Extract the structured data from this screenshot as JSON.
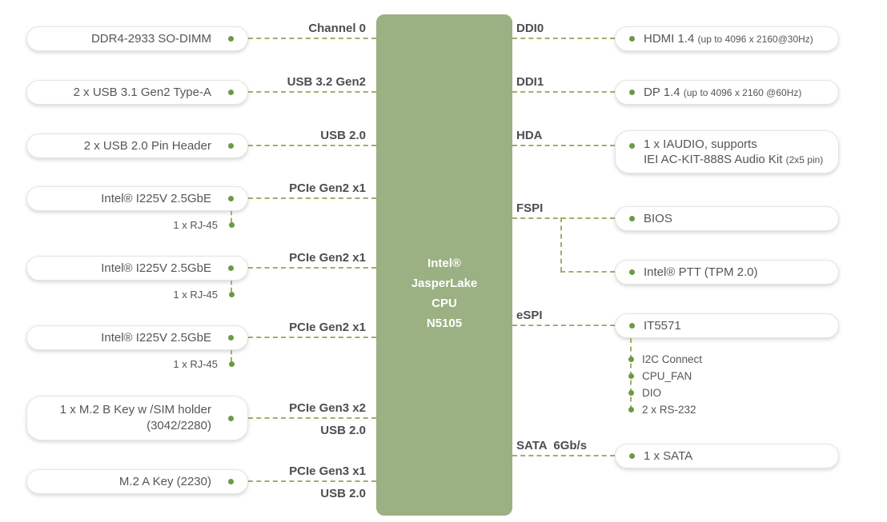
{
  "cpu": {
    "lines": [
      "Intel®",
      "JasperLake",
      "CPU",
      "N5105"
    ]
  },
  "left": [
    {
      "label": "DDR4-2933 SO-DIMM",
      "bus": "Channel 0"
    },
    {
      "label": "2 x USB 3.1 Gen2 Type-A",
      "bus": "USB 3.2 Gen2"
    },
    {
      "label": "2 x USB 2.0 Pin Header",
      "bus": "USB 2.0"
    },
    {
      "label": "Intel® I225V 2.5GbE",
      "bus": "PCIe Gen2 x1",
      "port": "1 x RJ-45"
    },
    {
      "label": "Intel® I225V 2.5GbE",
      "bus": "PCIe Gen2 x1",
      "port": "1 x RJ-45"
    },
    {
      "label": "Intel® I225V 2.5GbE",
      "bus": "PCIe Gen2 x1",
      "port": "1 x RJ-45"
    },
    {
      "label_line1": "1 x M.2 B Key w /SIM holder",
      "label_line2": "(3042/2280)",
      "bus_top": "PCIe Gen3 x2",
      "bus_bottom": "USB 2.0"
    },
    {
      "label": "M.2 A Key (2230)",
      "bus_top": "PCIe Gen3 x1",
      "bus_bottom": "USB 2.0"
    }
  ],
  "right": [
    {
      "bus": "DDI0",
      "label": "HDMI 1.4",
      "detail": "(up to 4096 x 2160@30Hz)"
    },
    {
      "bus": "DDI1",
      "label": "DP 1.4",
      "detail": "(up to 4096 x 2160 @60Hz)"
    },
    {
      "bus": "HDA",
      "label_line1": "1 x IAUDIO, supports",
      "label_line2": "IEI AC-KIT-888S Audio Kit",
      "detail": "(2x5 pin)"
    },
    {
      "bus": "FSPI",
      "label": "BIOS"
    },
    {
      "label": "Intel® PTT (TPM 2.0)"
    },
    {
      "bus": "eSPI",
      "label": "IT5571",
      "children": [
        "I2C Connect",
        "CPU_FAN",
        "DIO",
        "2 x RS-232"
      ]
    },
    {
      "bus": "SATA  6Gb/s",
      "label": "1 x SATA"
    }
  ]
}
